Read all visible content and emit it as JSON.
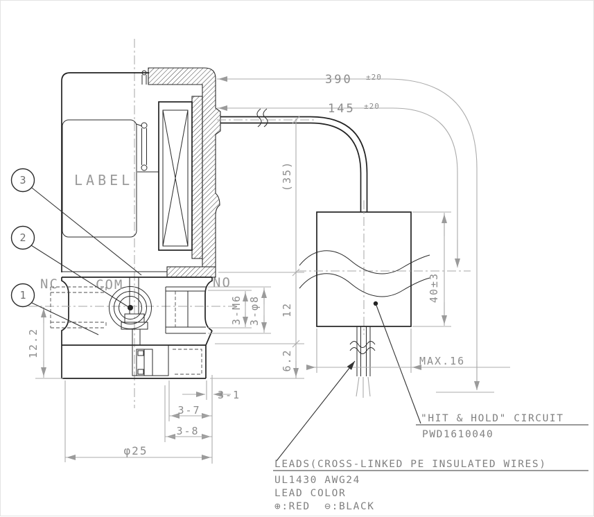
{
  "drawing": {
    "texts": {
      "label": "LABEL",
      "nc": "NC",
      "com": "COM",
      "no": "NO",
      "d390": "390",
      "d390t": "±20",
      "d145": "145",
      "d145t": "±20",
      "d35": "(35)",
      "d12": "12",
      "d62": "6.2",
      "d122": "12.2",
      "m6": "3-M6",
      "p8": "3-φ8",
      "d40": "40±3",
      "max16": "MAX.16",
      "d31": "3-1",
      "d37": "3-7",
      "d38": "3-8",
      "p25": "φ25"
    },
    "balloons": {
      "b1": "1",
      "b2": "2",
      "b3": "3"
    },
    "notes": {
      "circuit_title": "\"HIT & HOLD\" CIRCUIT",
      "circuit_pn": "PWD1610040",
      "leads_title": "LEADS(CROSS-LINKED PE INSULATED WIRES)",
      "leads_spec": "UL1430 AWG24",
      "leads_color_title": "LEAD COLOR",
      "leads_polarity": "⊕:RED  ⊖:BLACK"
    },
    "colors": {
      "object_line": "#222222",
      "dim_line": "#ababab",
      "dim_text": "#8c8c8c"
    }
  }
}
